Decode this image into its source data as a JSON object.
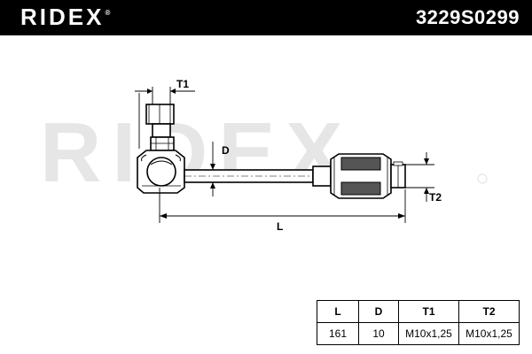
{
  "header": {
    "brand": "RIDEX",
    "brand_mark": "®",
    "part_number": "3229S0299"
  },
  "watermark": "RIDEX",
  "drawing": {
    "labels": {
      "t1": "T1",
      "d": "D",
      "t2": "T2",
      "l": "L"
    }
  },
  "spec_table": {
    "headers": [
      "L",
      "D",
      "T1",
      "T2"
    ],
    "values": [
      "161",
      "10",
      "M10x1,25",
      "M10x1,25"
    ]
  },
  "colors": {
    "header_bg": "#000000",
    "header_text": "#ffffff",
    "watermark": "#e6e6e6"
  }
}
